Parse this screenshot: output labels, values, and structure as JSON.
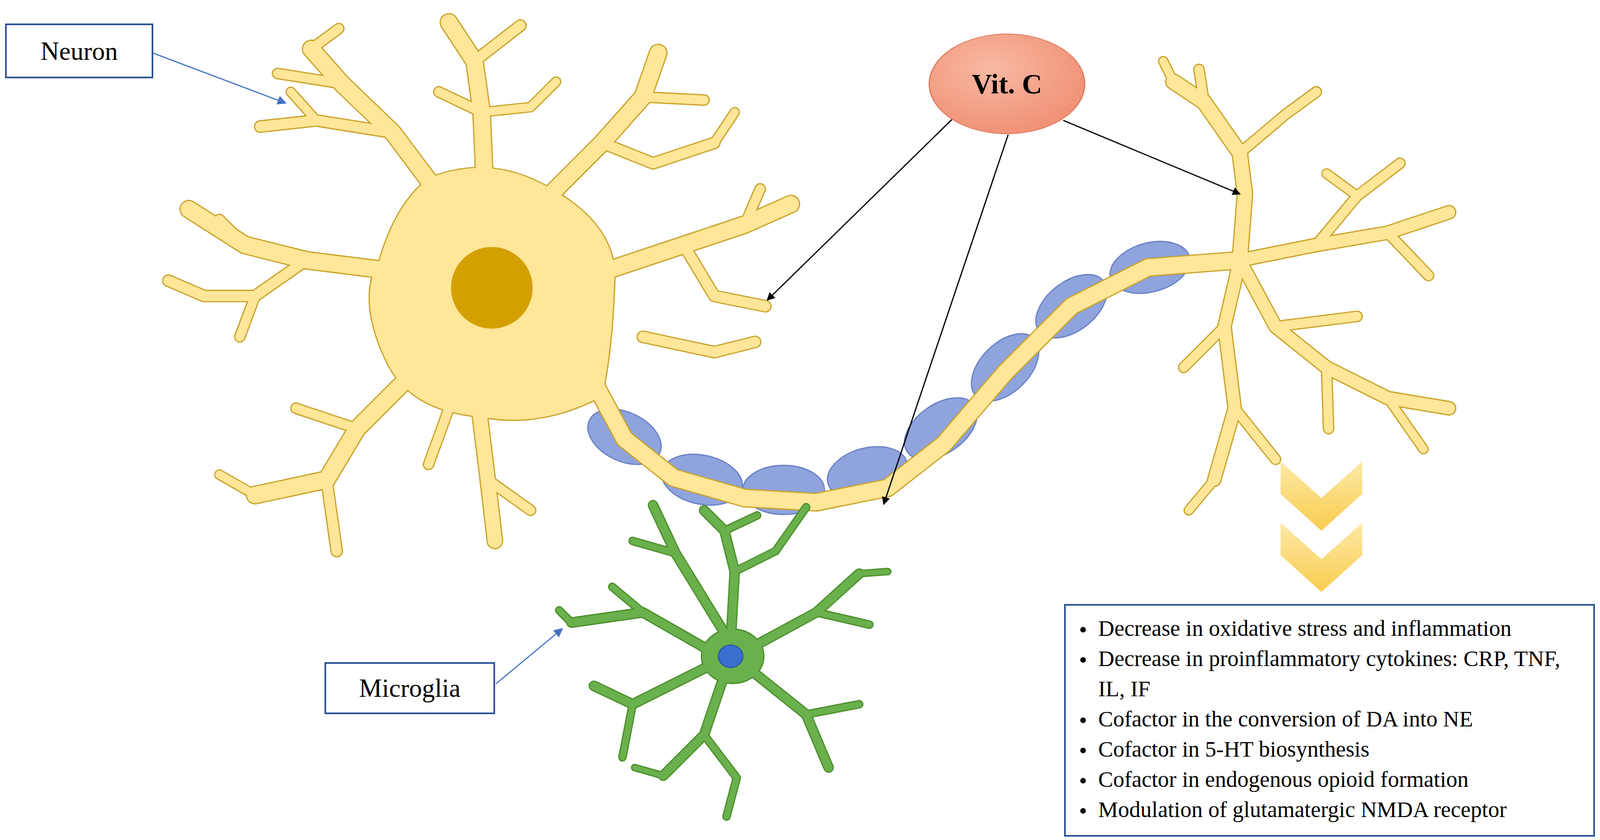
{
  "diagram": {
    "nodes": [
      {
        "text": [
          "Neuron"
        ]
      },
      {
        "text": [
          "Vit. C"
        ]
      },
      {
        "text": [
          "Microglia"
        ]
      },
      {
        "text": [
          "Decrease in oxidative stress and inflammation",
          "Decrease in proinflammatory cytokines: CRP, TNF, IL, IF",
          "Cofactor in the conversion of DA into NE",
          "Cofactor in 5-HT biosynthesis",
          "Cofactor in endogenous opioid formation",
          "Modulation of glutamatergic NMDA receptor"
        ]
      }
    ]
  }
}
